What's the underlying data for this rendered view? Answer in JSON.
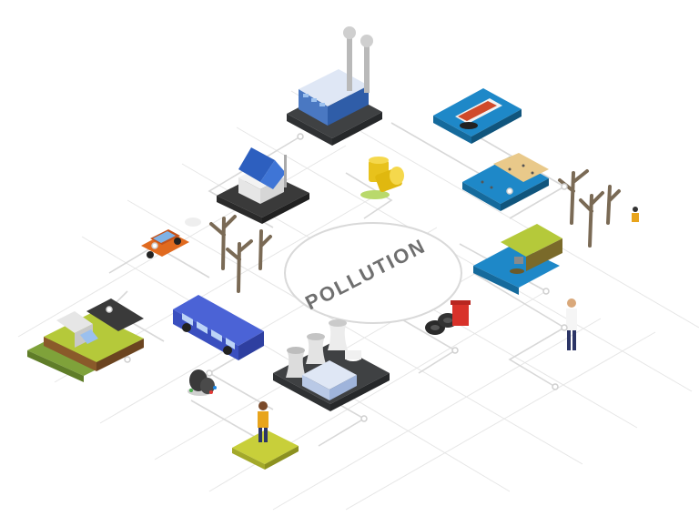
{
  "diagram": {
    "center_label": "POLLUTION",
    "nodes": [
      {
        "name": "factory-smokestacks",
        "icon": "factory-icon"
      },
      {
        "name": "oil-spill-tanker",
        "icon": "tanker-ship-icon"
      },
      {
        "name": "house-solar-panel",
        "icon": "house-icon"
      },
      {
        "name": "toxic-waste-barrels",
        "icon": "barrel-icon"
      },
      {
        "name": "polluted-beach",
        "icon": "beach-icon"
      },
      {
        "name": "dead-trees-right",
        "icon": "dead-tree-icon"
      },
      {
        "name": "car-exhaust",
        "icon": "car-icon"
      },
      {
        "name": "dead-trees-left",
        "icon": "dead-tree-icon"
      },
      {
        "name": "sewage-discharge",
        "icon": "pipe-icon"
      },
      {
        "name": "tires-and-bin",
        "icon": "tire-icon"
      },
      {
        "name": "person-coughing-smog",
        "icon": "person-icon"
      },
      {
        "name": "bus-emissions",
        "icon": "bus-icon"
      },
      {
        "name": "truck-dumping-field",
        "icon": "truck-icon"
      },
      {
        "name": "power-plant-cooling-towers",
        "icon": "power-plant-icon"
      },
      {
        "name": "garbage-bags",
        "icon": "trash-bag-icon"
      },
      {
        "name": "person-on-polluted-ground",
        "icon": "person-icon"
      }
    ],
    "colors": {
      "grid": "#e2e2e2",
      "connector": "#d6d6d6",
      "ellipse_stroke": "#d9d9d9",
      "water": "#1e88c8",
      "grass": "#b5c93a",
      "factory_blue": "#4a78c2",
      "bus_blue": "#4b63d6",
      "car_orange": "#e06a1f",
      "barrel_yellow": "#e8c21c",
      "base_dark": "#4a4a4a"
    }
  }
}
